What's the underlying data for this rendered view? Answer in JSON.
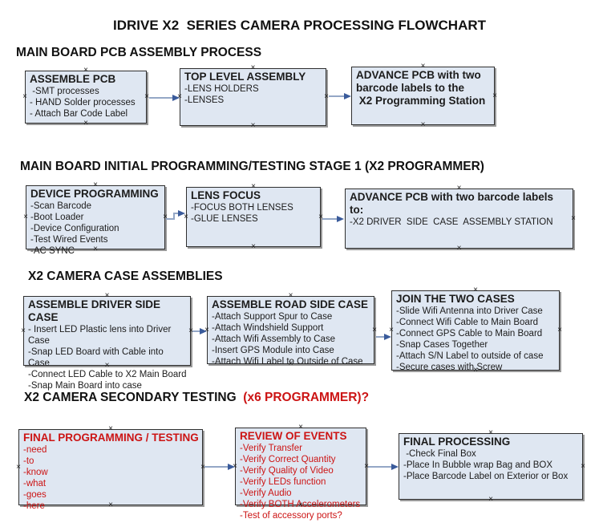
{
  "title": "IDRIVE X2  SERIES CAMERA PROCESSING FLOWCHART",
  "icons": {
    "connection_point": "×",
    "arrow": "→"
  },
  "colors": {
    "box_fill": "#dfe7f2",
    "box_border": "#2f2f2f",
    "box_shadow": "#999999",
    "red_text": "#cc1414",
    "arrow_shaft": "#94a7c6",
    "arrow_head": "#3a5b9b"
  },
  "sections": [
    {
      "heading": "MAIN BOARD PCB ASSEMBLY PROCESS"
    },
    {
      "heading": "MAIN BOARD INITIAL PROGRAMMING/TESTING STAGE 1 (X2 PROGRAMMER)"
    },
    {
      "heading": "X2 CAMERA CASE ASSEMBLIES"
    },
    {
      "heading_black": "X2 CAMERA SECONDARY TESTING ",
      "heading_red": " (x6 PROGRAMMER)?"
    }
  ],
  "boxes": [
    {
      "title": "ASSEMBLE PCB",
      "items": [
        " -SMT processes",
        "- HAND Solder processes",
        "- Attach Bar Code Label"
      ]
    },
    {
      "title": "TOP LEVEL ASSEMBLY",
      "items": [
        "-LENS HOLDERS",
        "-LENSES"
      ]
    },
    {
      "title": "ADVANCE PCB with two\nbarcode labels to the\n X2 Programming Station",
      "items": []
    },
    {
      "title": "DEVICE PROGRAMMING",
      "items": [
        "-Scan Barcode",
        "-Boot Loader",
        "-Device Configuration",
        "-Test Wired Events",
        "-AC SYNC"
      ]
    },
    {
      "title": "LENS FOCUS",
      "items": [
        "-FOCUS BOTH LENSES",
        "-GLUE LENSES"
      ]
    },
    {
      "title": "ADVANCE PCB with two barcode labels to:",
      "items": [
        "-X2 DRIVER  SIDE  CASE  ASSEMBLY STATION"
      ]
    },
    {
      "title": "ASSEMBLE DRIVER SIDE CASE",
      "items": [
        "- Insert LED Plastic lens into Driver Case",
        "-Snap LED Board with Cable into Case",
        "-Connect LED Cable to X2 Main Board",
        "-Snap Main Board into case"
      ]
    },
    {
      "title": "ASSEMBLE ROAD SIDE CASE",
      "items": [
        "-Attach Support Spur to Case",
        "-Attach Windshield Support",
        "-Attach Wifi Assembly to Case",
        "-Insert GPS Module into Case",
        "-Attach Wifi Label to Outside of Case"
      ]
    },
    {
      "title": "JOIN THE TWO CASES",
      "items": [
        "-Slide Wifi Antenna into Driver Case",
        "-Connect Wifi Cable to Main Board",
        "-Connect GPS Cable to Main Board",
        "-Snap Cases Together",
        "-Attach S/N Label to outside of case",
        "-Secure cases with Screw"
      ]
    },
    {
      "title": "FINAL PROGRAMMING / TESTING",
      "items": [
        "-need",
        "-to",
        "-know",
        "-what",
        "-goes",
        "-here"
      ]
    },
    {
      "title": "REVIEW OF EVENTS",
      "items": [
        "-Verify Transfer",
        "-Verify Correct Quantity",
        "-Verify Quality of Video",
        "-Verify LEDs function",
        "-Verify Audio",
        "-Verify BOTH Accelerometers",
        "-Test of accessory ports?"
      ]
    },
    {
      "title": "FINAL PROCESSING",
      "items": [
        " -Check Final Box",
        "-Place In Bubble wrap Bag and BOX",
        "-Place Barcode Label on Exterior or Box"
      ]
    }
  ]
}
